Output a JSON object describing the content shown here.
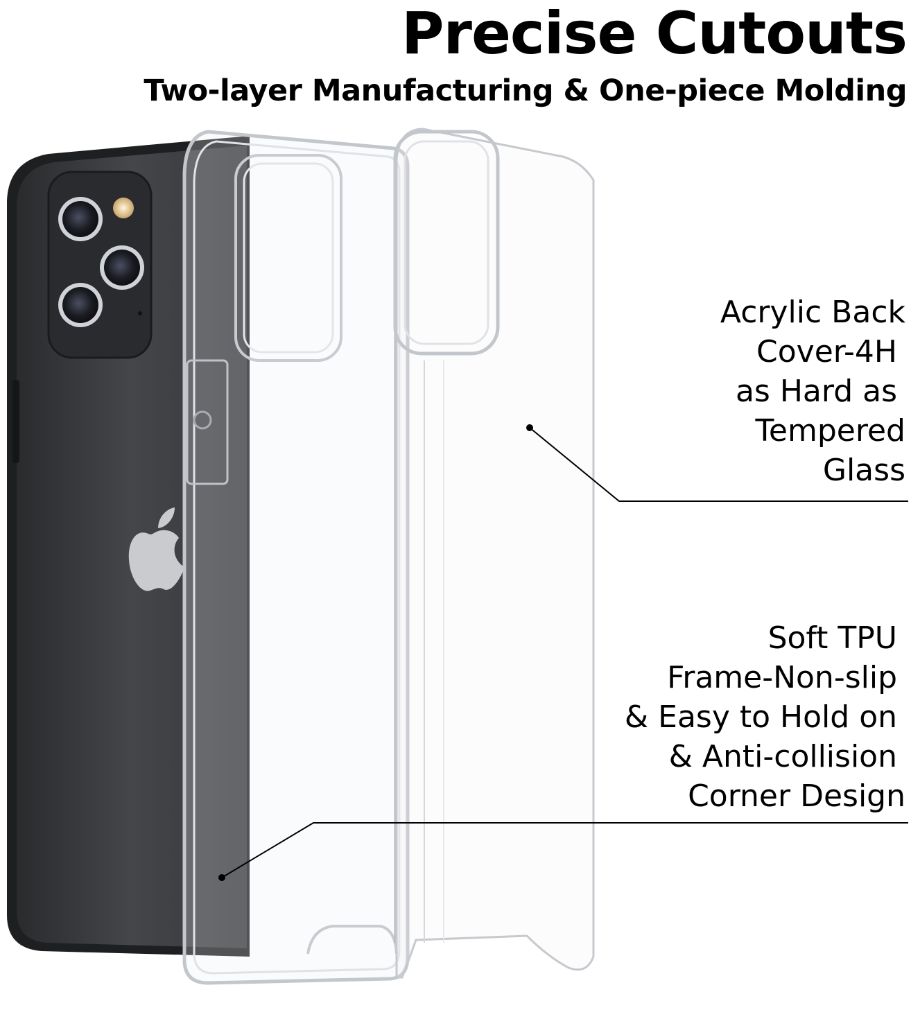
{
  "header": {
    "title": "Precise Cutouts",
    "subtitle": "Two-layer Manufacturing & One-piece Molding"
  },
  "callouts": {
    "acrylic": {
      "lines": [
        "Acrylic Back",
        "Cover-4H",
        "as Hard as",
        "Tempered",
        "Glass"
      ]
    },
    "tpu": {
      "lines": [
        "Soft TPU",
        "Frame-Non-slip",
        "& Easy to Hold on",
        "& Anti-collision",
        "Corner Design"
      ]
    }
  },
  "colors": {
    "text": "#000000",
    "phone_body": "#3b3c3e",
    "phone_frame": "#1e1f21",
    "case_edge": "#c9ccd0",
    "background": "#ffffff"
  },
  "icons": [
    "apple-logo-icon",
    "camera-lens-icon",
    "flash-icon"
  ]
}
